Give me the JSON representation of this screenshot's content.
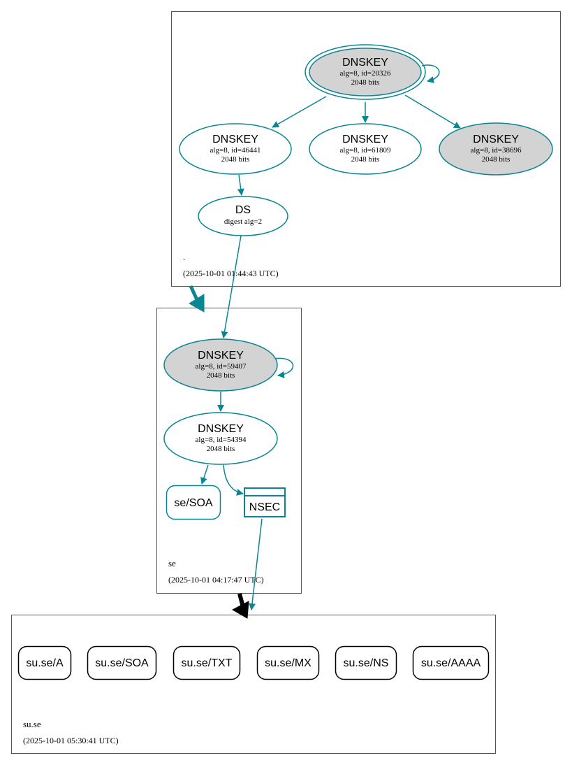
{
  "colors": {
    "teal": "#0a8594",
    "black": "#000000",
    "filled": "#d3d3d3",
    "zone_border": "#555555"
  },
  "zones": {
    "root": {
      "name": ".",
      "timestamp": "(2025-10-01 01:44:43 UTC)"
    },
    "se": {
      "name": "se",
      "timestamp": "(2025-10-01 04:17:47 UTC)"
    },
    "suse": {
      "name": "su.se",
      "timestamp": "(2025-10-01 05:30:41 UTC)"
    }
  },
  "nodes": {
    "root_ksk": {
      "title": "DNSKEY",
      "line1": "alg=8, id=20326",
      "line2": "2048 bits"
    },
    "root_zsk1": {
      "title": "DNSKEY",
      "line1": "alg=8, id=46441",
      "line2": "2048 bits"
    },
    "root_zsk2": {
      "title": "DNSKEY",
      "line1": "alg=8, id=61809",
      "line2": "2048 bits"
    },
    "root_ksk2": {
      "title": "DNSKEY",
      "line1": "alg=8, id=38696",
      "line2": "2048 bits"
    },
    "ds": {
      "title": "DS",
      "line1": "digest alg=2"
    },
    "se_ksk": {
      "title": "DNSKEY",
      "line1": "alg=8, id=59407",
      "line2": "2048 bits"
    },
    "se_zsk": {
      "title": "DNSKEY",
      "line1": "alg=8, id=54394",
      "line2": "2048 bits"
    },
    "se_soa": {
      "label": "se/SOA"
    },
    "nsec": {
      "label": "NSEC"
    }
  },
  "records": {
    "a": "su.se/A",
    "soa": "su.se/SOA",
    "txt": "su.se/TXT",
    "mx": "su.se/MX",
    "ns": "su.se/NS",
    "aaaa": "su.se/AAAA"
  }
}
